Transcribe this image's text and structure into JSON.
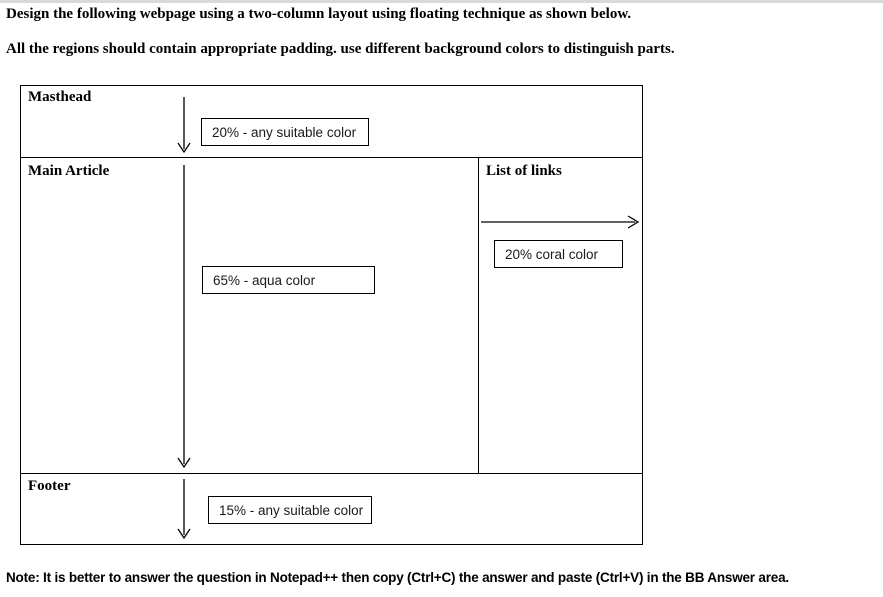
{
  "instructions": {
    "line1": "Design the following webpage using a two-column layout using floating technique as shown below.",
    "line2": "All the regions should contain appropriate padding. use different background colors to distinguish parts."
  },
  "diagram": {
    "type": "wireframe",
    "regions": [
      {
        "key": "masthead",
        "label": "Masthead",
        "callout": "20% - any suitable color",
        "column": "full"
      },
      {
        "key": "main_article",
        "label": "Main Article",
        "callout": "65% - aqua color",
        "column": "left"
      },
      {
        "key": "list_of_links",
        "label": "List of links",
        "callout": "20% coral color",
        "column": "right"
      },
      {
        "key": "footer",
        "label": "Footer",
        "callout": "15% - any suitable color",
        "column": "full"
      }
    ],
    "arrows": [
      {
        "name": "masthead-height-arrow",
        "direction": "down",
        "target": "masthead"
      },
      {
        "name": "main-article-height-arrow",
        "direction": "down",
        "target": "main_article"
      },
      {
        "name": "list-of-links-width-arrow",
        "direction": "right",
        "target": "list_of_links"
      },
      {
        "name": "footer-height-arrow",
        "direction": "down",
        "target": "footer"
      }
    ],
    "colors": {
      "stroke": "#000000",
      "background": "#ffffff"
    }
  },
  "note": "Note: It is better to answer the question in Notepad++ then copy (Ctrl+C) the answer and paste (Ctrl+V) in the BB Answer area."
}
